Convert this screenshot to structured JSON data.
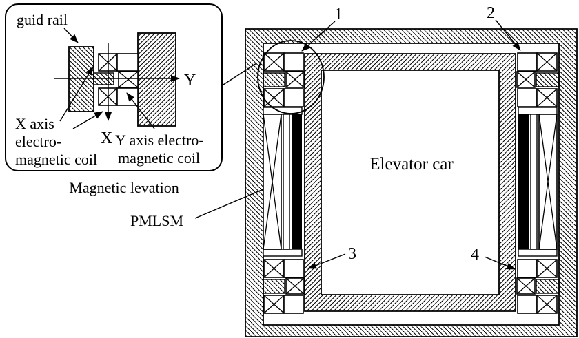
{
  "figure": {
    "background": "#ffffff",
    "ink": "#000000"
  },
  "inset": {
    "caption": "Magnetic levation",
    "labels": {
      "guide_rail": "guid rail",
      "x_coil_line1": "X axis",
      "x_coil_line2": "electro-",
      "x_coil_line3": "magnetic coil",
      "y_coil_line1": "Y axis electro-",
      "y_coil_line2": "magnetic coil",
      "axis_y": "Y",
      "axis_x": "X"
    }
  },
  "main": {
    "car_label": "Elevator car",
    "motor_label": "PMLSM",
    "callouts": {
      "c1": "1",
      "c2": "2",
      "c3": "3",
      "c4": "4"
    }
  }
}
